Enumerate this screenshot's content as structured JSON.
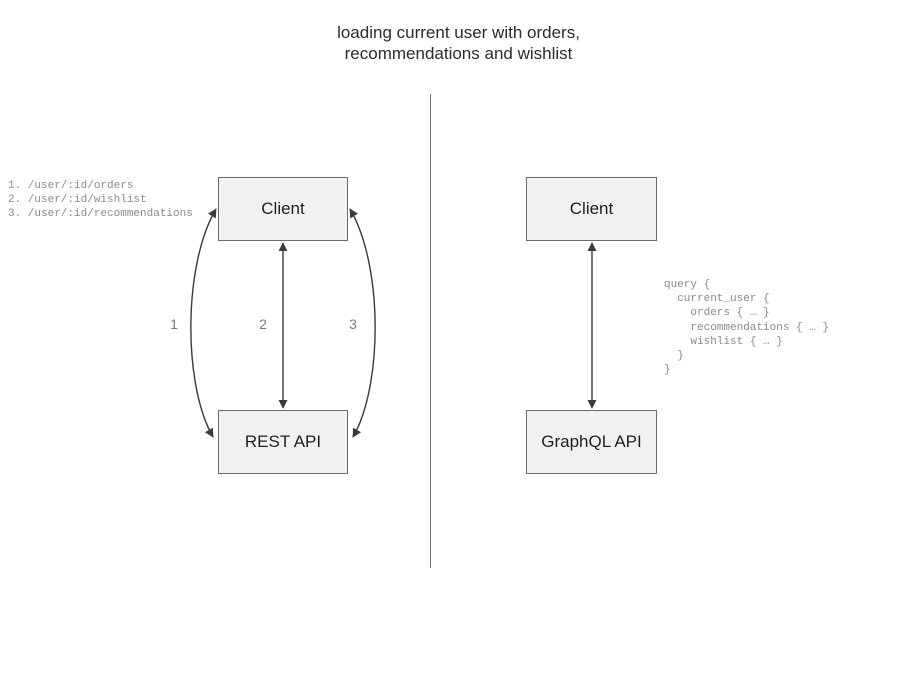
{
  "title": "loading current user with orders,\nrecommendations and wishlist",
  "divider": {
    "orientation": "vertical"
  },
  "rest_side": {
    "client_label": "Client",
    "api_label": "REST API",
    "endpoints_text": "1. /user/:id/orders\n2. /user/:id/wishlist\n3. /user/:id/recommendations",
    "endpoints": [
      {
        "number": "1",
        "path": "/user/:id/orders"
      },
      {
        "number": "2",
        "path": "/user/:id/wishlist"
      },
      {
        "number": "3",
        "path": "/user/:id/recommendations"
      }
    ],
    "arrow_labels": [
      "1",
      "2",
      "3"
    ]
  },
  "graphql_side": {
    "client_label": "Client",
    "api_label": "GraphQL API",
    "query_text": "query {\n  current_user {\n    orders { … }\n    recommendations { … }\n    wishlist { … }\n  }\n}"
  },
  "colors": {
    "box_fill": "#f1f1f1",
    "box_border": "#6b6b6b",
    "arrow": "#3a3a3a",
    "code_text": "#8a8a8a",
    "title_text": "#2b2b2b",
    "label_text": "#7d7d7d",
    "divider": "#6e6e6e",
    "background": "#ffffff"
  }
}
